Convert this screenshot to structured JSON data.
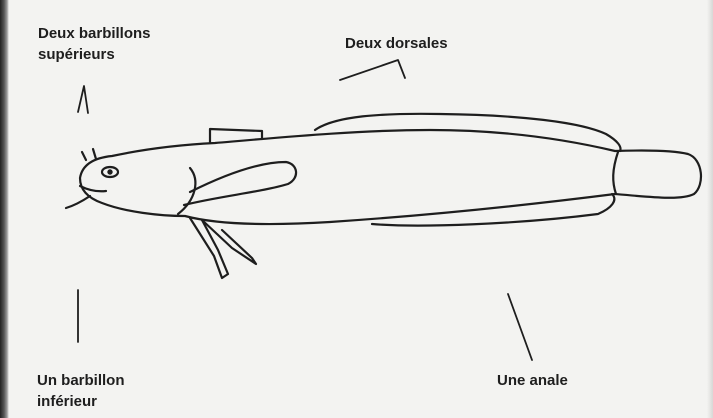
{
  "labels": {
    "upper_barbels": {
      "line1": "Deux barbillons",
      "line2": "supérieurs"
    },
    "dorsals": "Deux dorsales",
    "lower_barbel": {
      "line1": "Un barbillon",
      "line2": "inférieur"
    },
    "anal": "Une anale"
  },
  "colors": {
    "paper": "#f3f3f1",
    "ink": "#1e1e1e"
  }
}
